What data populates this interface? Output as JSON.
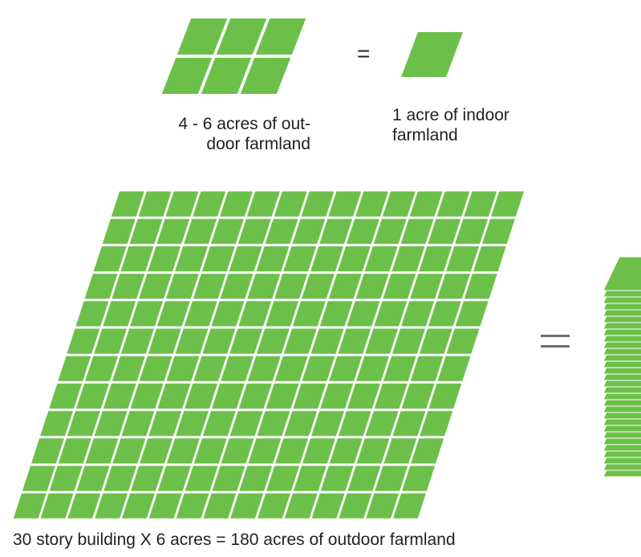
{
  "colors": {
    "tile": "#6cc04a",
    "stack_edge": "#ffffff",
    "text": "#231f20",
    "big_equals": "#6d6e71"
  },
  "top_row": {
    "outdoor_grid": {
      "columns": 3,
      "rows": 2
    },
    "equals_sign": "=",
    "outdoor_label_lines": [
      "4 - 6 acres of out-",
      "door farmland"
    ],
    "indoor_tile_count": 1,
    "indoor_label_lines": [
      "1 acre of indoor",
      "farmland"
    ]
  },
  "bottom_row": {
    "outdoor_grid": {
      "columns": 15,
      "rows": 12
    },
    "stack_layers": 30,
    "caption": "30 story building X 6 acres = 180 acres of outdoor farmland"
  }
}
